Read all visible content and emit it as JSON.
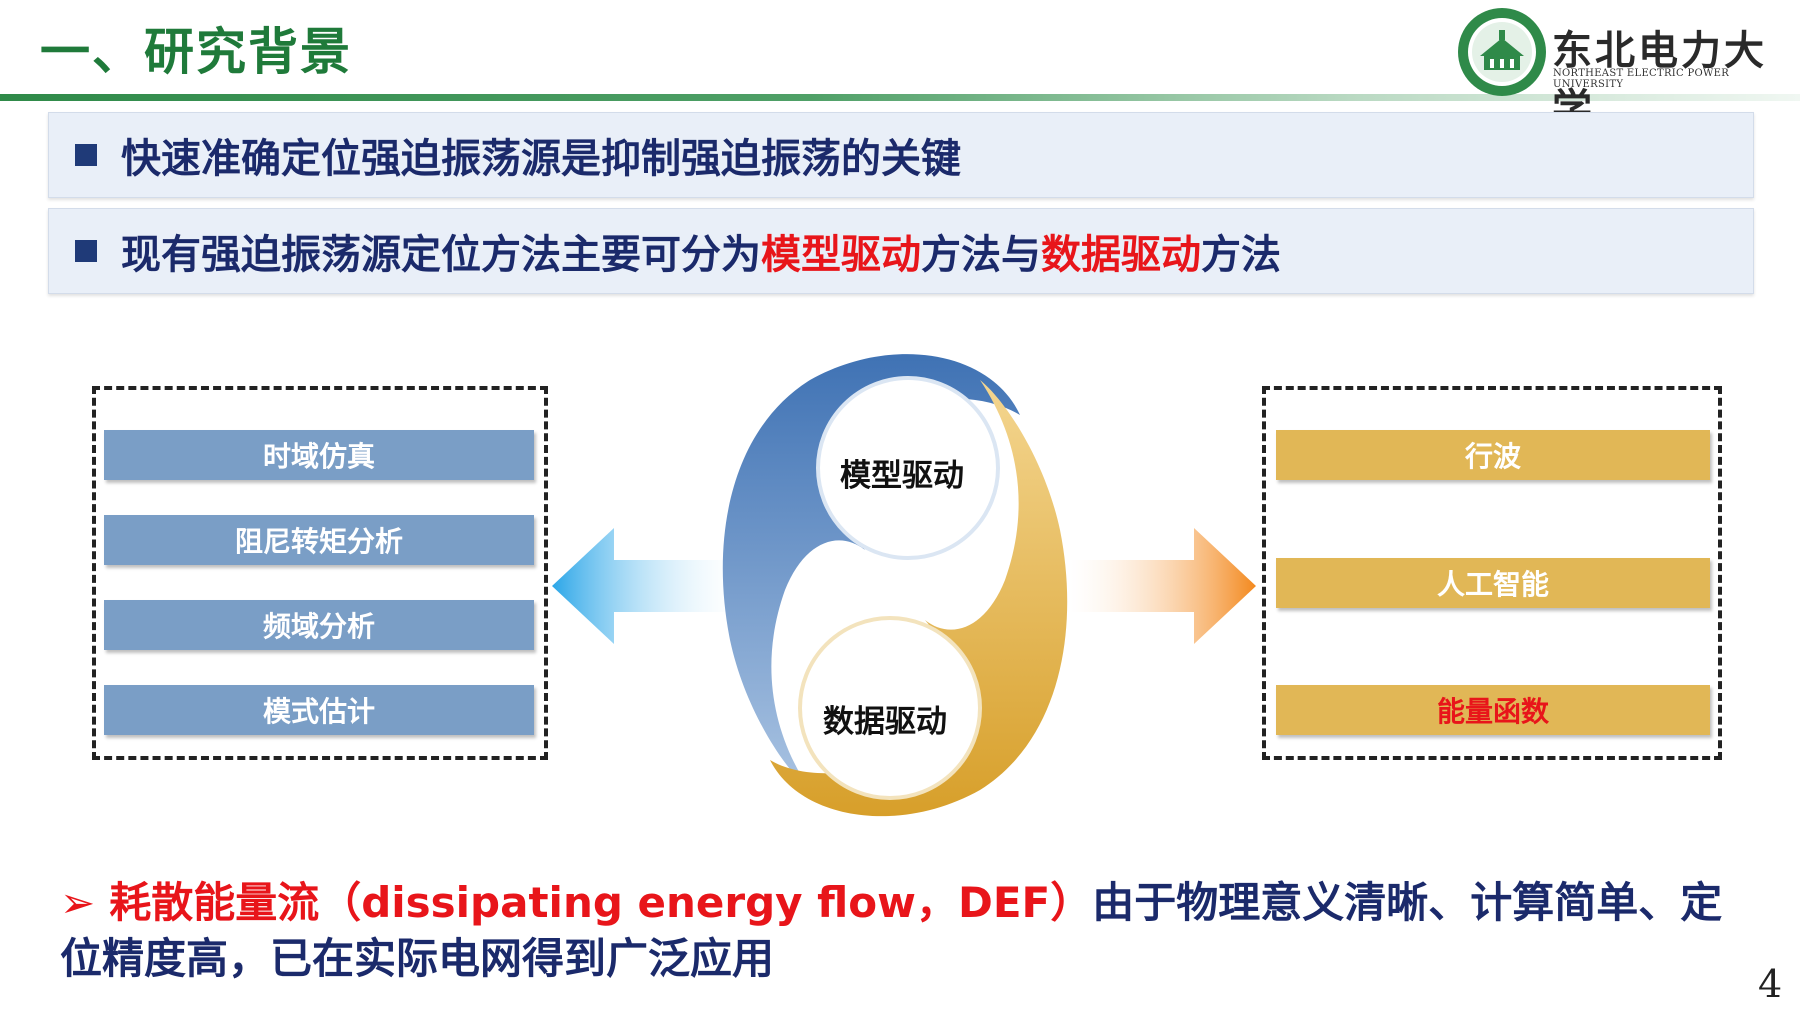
{
  "header": {
    "title": "一、研究背景",
    "logo_cn": "东北电力大学",
    "logo_en": "NORTHEAST ELECTRIC POWER UNIVERSITY"
  },
  "points": [
    {
      "text": "快速准确定位强迫振荡源是抑制强迫振荡的关键"
    },
    {
      "part1": "现有强迫振荡源定位方法主要可分为",
      "highlight1": "模型驱动",
      "part2": "方法与",
      "highlight2": "数据驱动",
      "part3": "方法"
    }
  ],
  "diagram": {
    "center_top": "模型驱动",
    "center_bottom": "数据驱动",
    "left_items": [
      "时域仿真",
      "阻尼转矩分析",
      "频域分析",
      "模式估计"
    ],
    "right_items": [
      "行波",
      "人工智能",
      "能量函数"
    ]
  },
  "bottom": {
    "mark": "➢",
    "highlight": "耗散能量流（dissipating energy flow，DEF）",
    "rest": "由于物理意义清晰、计算简单、定位精度高，已在实际电网得到广泛应用"
  },
  "page_number": "4",
  "colors": {
    "title_green": "#1f7a3a",
    "navy_text": "#1b2a6b",
    "highlight_red": "#e8151a",
    "blue_bar": "#7a9ec6",
    "gold_bar": "#e1b756"
  }
}
